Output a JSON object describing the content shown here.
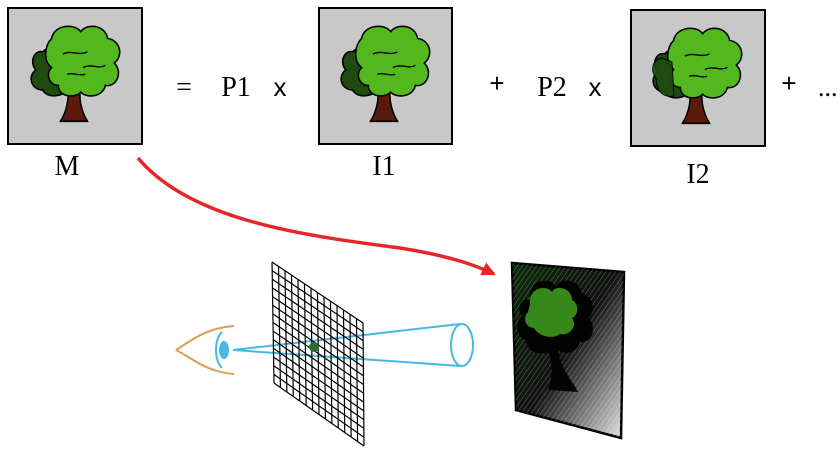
{
  "equation": {
    "labels": {
      "m": "M",
      "i1": "I1",
      "i2": "I2"
    },
    "tokens": {
      "equals": "=",
      "p1": "P1",
      "times1": "x",
      "plus1": "+",
      "p2": "P2",
      "times2": "x",
      "plus2": "+",
      "ellipsis": "..."
    }
  },
  "colors": {
    "arrow": "#e8262a",
    "frustum": "#4ab8e0",
    "eye": "#d9a052",
    "tile_bg": "#c8c8c8",
    "leaf_light": "#52b81e",
    "leaf_dark": "#1f4a10",
    "trunk": "#5a1a0c"
  }
}
